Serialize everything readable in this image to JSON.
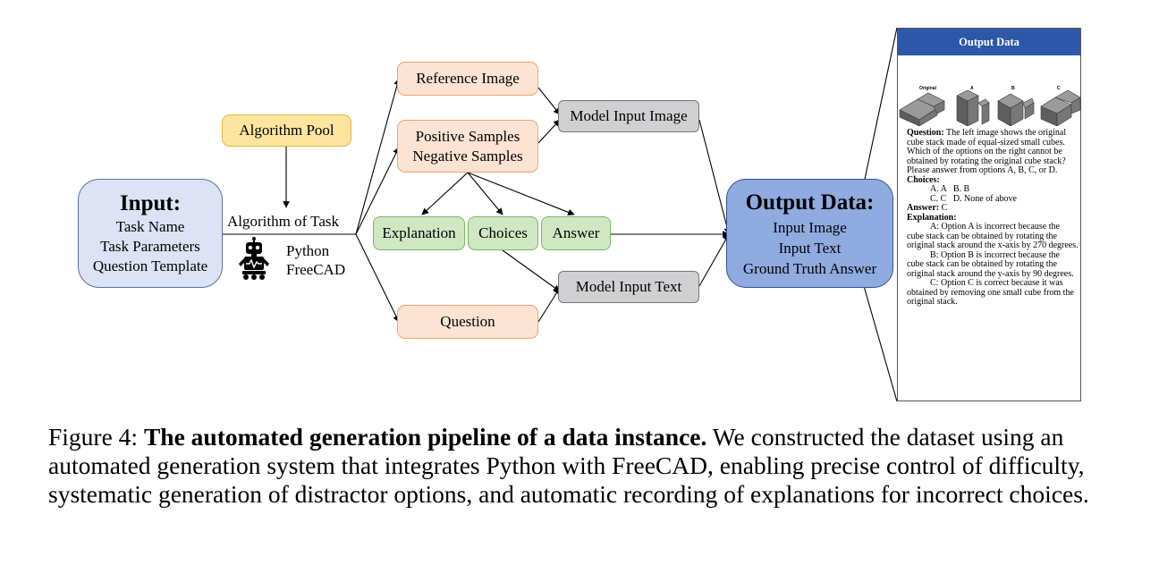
{
  "input": {
    "title": "Input:",
    "lines": [
      "Task Name",
      "Task Parameters",
      "Question Template"
    ]
  },
  "algorithm_pool": "Algorithm Pool",
  "algorithm_of_task": "Algorithm of Task",
  "tools": [
    "Python",
    "FreeCAD"
  ],
  "nodes": {
    "reference_image": "Reference Image",
    "samples": [
      "Positive Samples",
      "Negative Samples"
    ],
    "explanation": "Explanation",
    "choices": "Choices",
    "answer": "Answer",
    "question": "Question",
    "model_input_image": "Model Input Image",
    "model_input_text": "Model Input Text"
  },
  "output": {
    "title": "Output Data:",
    "lines": [
      "Input Image",
      "Input Text",
      "Ground Truth Answer"
    ]
  },
  "card": {
    "header": "Output Data",
    "image_labels": [
      "Original",
      "A",
      "B",
      "C"
    ],
    "question_label": "Question:",
    "question_text": "The left image shows the original cube stack made of equal-sized small cubes. Which of the options on the right cannot be obtained by rotating the original cube stack? Please answer from options A, B, C, or D.",
    "choices_label": "Choices:",
    "choices_line1": "A. A   B. B",
    "choices_line2": "C. C   D. None of above",
    "answer_label": "Answer:",
    "answer_value": "C",
    "explanation_label": "Explanation:",
    "explanation_a": "A: Option A is incorrect because the cube stack can be obtained by rotating the original stack around the x-axis by 270 degrees.",
    "explanation_b": "B: Option B is incorrect because the cube stack can be obtained by rotating the original stack around the y-axis by 90 degrees.",
    "explanation_c": "C: Option C is correct because it was obtained by removing one small cube from the original stack."
  },
  "caption": {
    "prefix": "Figure 4: ",
    "bold": "The automated generation pipeline of a data instance.",
    "rest": " We constructed the dataset using an automated generation system that integrates Python with FreeCAD, enabling precise control of difficulty, systematic generation of distractor options, and automatic recording of explanations for incorrect choices."
  },
  "colors": {
    "orange_fill": "#fce3d3",
    "green_fill": "#cfe8c2",
    "gray_fill": "#d0d0d3",
    "yellow_fill": "#fde5a0",
    "input_fill": "#dde2f4",
    "output_fill": "#8fabe0",
    "card_header": "#2d58a8"
  }
}
